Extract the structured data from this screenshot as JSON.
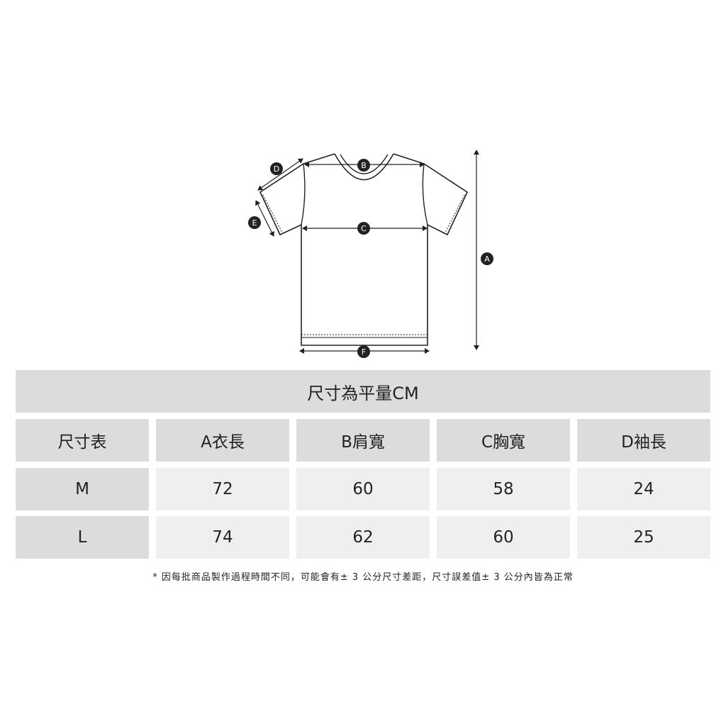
{
  "diagram": {
    "labels": {
      "A": "A",
      "B": "B",
      "C": "C",
      "D": "D",
      "E": "E",
      "F": "F"
    }
  },
  "banner": "尺寸為平量CM",
  "table": {
    "headers": [
      "尺寸表",
      "A衣長",
      "B肩寬",
      "C胸寬",
      "D袖長"
    ],
    "rows": [
      {
        "size": "M",
        "values": [
          "72",
          "60",
          "58",
          "24"
        ]
      },
      {
        "size": "L",
        "values": [
          "74",
          "62",
          "60",
          "25"
        ]
      }
    ]
  },
  "note": "* 因每批商品製作過程時間不同，可能會有± 3 公分尺寸差距，尺寸誤差值± 3 公分內皆為正常",
  "colors": {
    "header_bg": "#dcdcdc",
    "cell_bg": "#efefef",
    "line": "#222222"
  }
}
